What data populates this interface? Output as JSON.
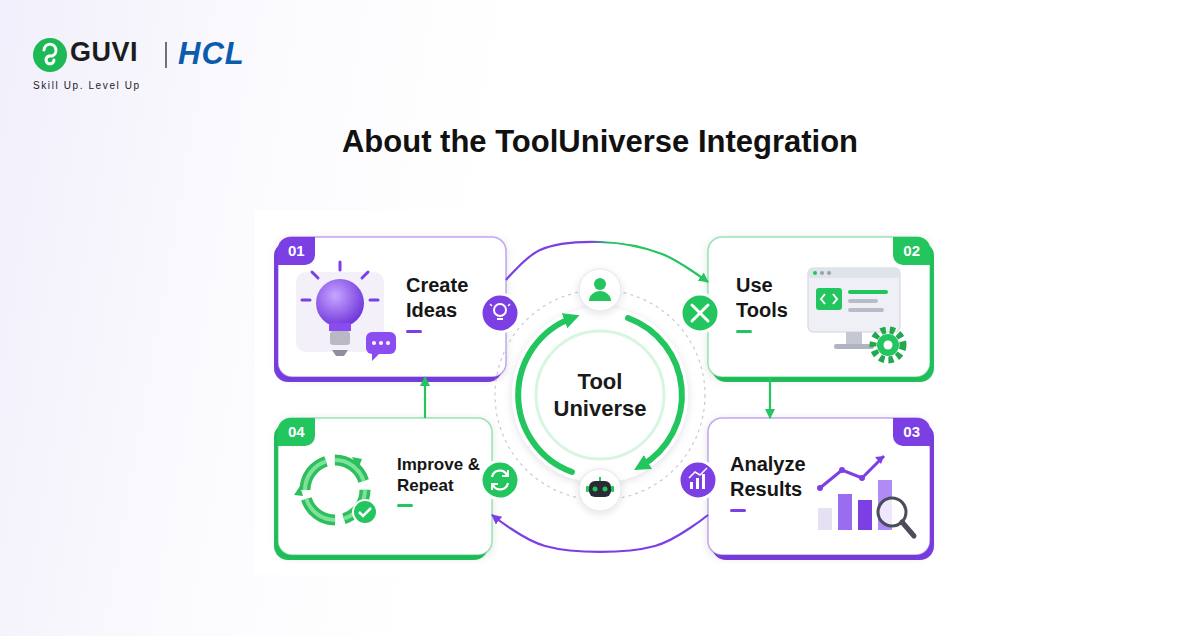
{
  "diagram": {
    "title": "About the ToolUniverse Integration",
    "nodes": [
      {
        "text": [
          "01",
          "Create Ideas"
        ]
      },
      {
        "text": [
          "02",
          "Use Tools"
        ]
      },
      {
        "text": [
          "03",
          "Analyze Results"
        ]
      },
      {
        "text": [
          "04",
          "Improve & Repeat"
        ]
      },
      {
        "text": [
          "Tool Universe"
        ]
      }
    ],
    "edges": [
      {
        "from": 0,
        "to": 1,
        "arrow": "to"
      },
      {
        "from": 1,
        "to": 2,
        "arrow": "to"
      },
      {
        "from": 2,
        "to": 3,
        "arrow": "to"
      },
      {
        "from": 3,
        "to": 0,
        "arrow": "to"
      }
    ],
    "labels": [
      "GUVI",
      "HCL",
      "Skill Up. Level Up"
    ]
  }
}
